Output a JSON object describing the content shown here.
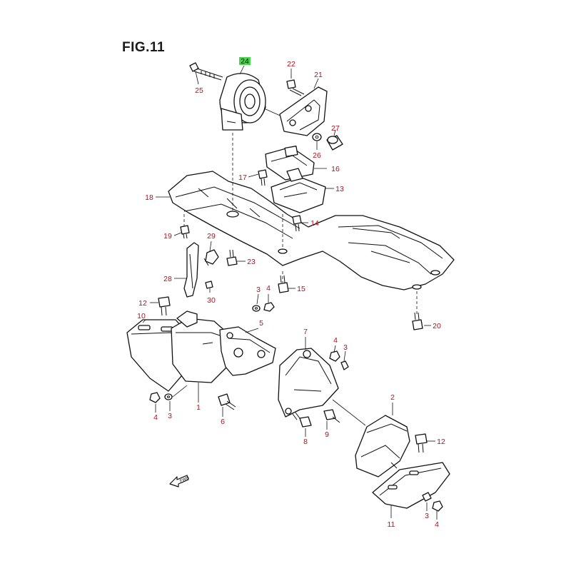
{
  "figure": {
    "title": "FIG.11"
  },
  "highlight_color": "#4ad64a",
  "callout_color": "#b0141c",
  "callouts": [
    {
      "id": "c24",
      "label": "24",
      "highlighted": true
    },
    {
      "id": "c25",
      "label": "25"
    },
    {
      "id": "c22",
      "label": "22"
    },
    {
      "id": "c21",
      "label": "21"
    },
    {
      "id": "c27",
      "label": "27"
    },
    {
      "id": "c26",
      "label": "26"
    },
    {
      "id": "c16",
      "label": "16"
    },
    {
      "id": "c17",
      "label": "17"
    },
    {
      "id": "c13",
      "label": "13"
    },
    {
      "id": "c18",
      "label": "18"
    },
    {
      "id": "c14",
      "label": "14"
    },
    {
      "id": "c19",
      "label": "19"
    },
    {
      "id": "c29",
      "label": "29"
    },
    {
      "id": "c23",
      "label": "23"
    },
    {
      "id": "c28",
      "label": "28"
    },
    {
      "id": "c30",
      "label": "30"
    },
    {
      "id": "c15",
      "label": "15"
    },
    {
      "id": "c3a",
      "label": "3"
    },
    {
      "id": "c4a",
      "label": "4"
    },
    {
      "id": "c12a",
      "label": "12"
    },
    {
      "id": "c10",
      "label": "10"
    },
    {
      "id": "c5",
      "label": "5"
    },
    {
      "id": "c7",
      "label": "7"
    },
    {
      "id": "c4b",
      "label": "4"
    },
    {
      "id": "c3b",
      "label": "3"
    },
    {
      "id": "c20",
      "label": "20"
    },
    {
      "id": "c4c",
      "label": "4"
    },
    {
      "id": "c3c",
      "label": "3"
    },
    {
      "id": "c1",
      "label": "1"
    },
    {
      "id": "c6",
      "label": "6"
    },
    {
      "id": "c8",
      "label": "8"
    },
    {
      "id": "c9",
      "label": "9"
    },
    {
      "id": "c2",
      "label": "2"
    },
    {
      "id": "c12b",
      "label": "12"
    },
    {
      "id": "c11",
      "label": "11"
    },
    {
      "id": "c3d",
      "label": "3"
    },
    {
      "id": "c4d",
      "label": "4"
    }
  ],
  "direction_marker": {
    "label": "FWD",
    "icon": "forward-arrow-icon"
  }
}
